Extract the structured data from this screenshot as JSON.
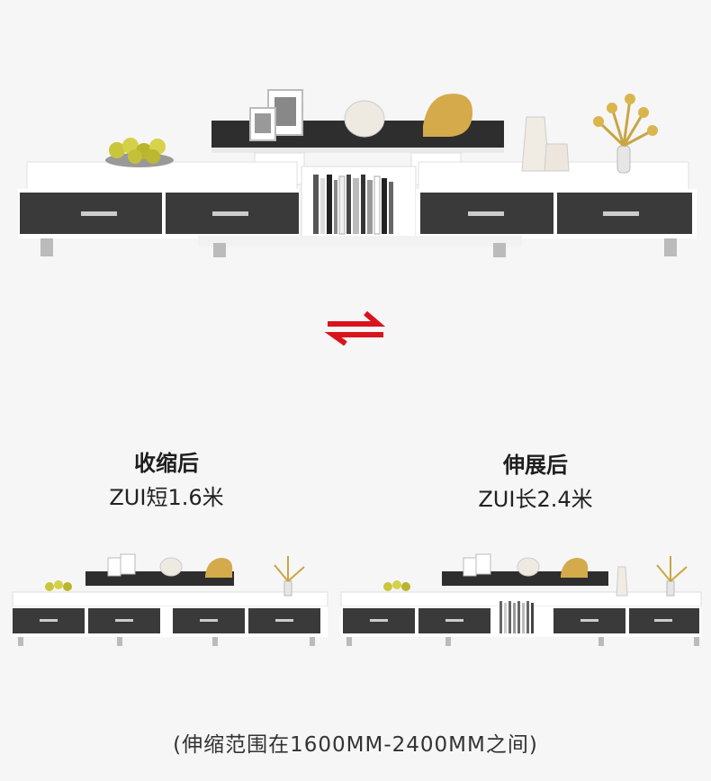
{
  "retracted": {
    "title": "收缩后",
    "subtitle": "ZUI短1.6米"
  },
  "extended": {
    "title": "伸展后",
    "subtitle": "ZUI长2.4米"
  },
  "footnote": "(伸缩范围在1600MM-2400MM之间)",
  "colors": {
    "arrow": "#d9141c",
    "drawer": "#3b3b3b",
    "body": "#ffffff",
    "accent_gold": "#d4aa4a"
  },
  "icons": [
    "swap-arrows-icon"
  ]
}
